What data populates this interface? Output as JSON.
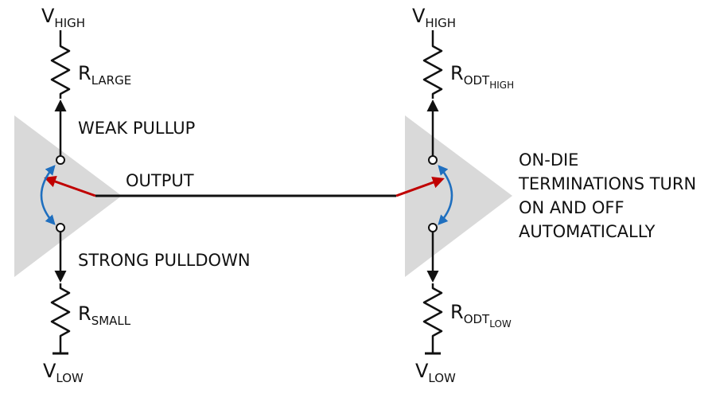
{
  "colors": {
    "wire": "#111111",
    "triangle_fill": "#d9d9d9",
    "switch_red": "#c00000",
    "arc_blue": "#1f6fbf"
  },
  "driver": {
    "vhigh": {
      "main": "V",
      "sub": "HIGH"
    },
    "vlow": {
      "main": "V",
      "sub": "LOW"
    },
    "r_pullup": {
      "main": "R",
      "sub": "LARGE"
    },
    "r_pulldown": {
      "main": "R",
      "sub": "SMALL"
    },
    "pullup_label": "WEAK PULLUP",
    "pulldown_label": "STRONG PULLDOWN",
    "output_label": "OUTPUT"
  },
  "receiver": {
    "vhigh": {
      "main": "V",
      "sub": "HIGH"
    },
    "vlow": {
      "main": "V",
      "sub": "LOW"
    },
    "r_high": {
      "main": "R",
      "sub": "ODT",
      "subsub": "HIGH"
    },
    "r_low": {
      "main": "R",
      "sub": "ODT",
      "subsub": "LOW"
    },
    "note_lines": [
      "ON-DIE",
      "TERMINATIONS TURN",
      "ON AND OFF",
      "AUTOMATICALLY"
    ]
  }
}
